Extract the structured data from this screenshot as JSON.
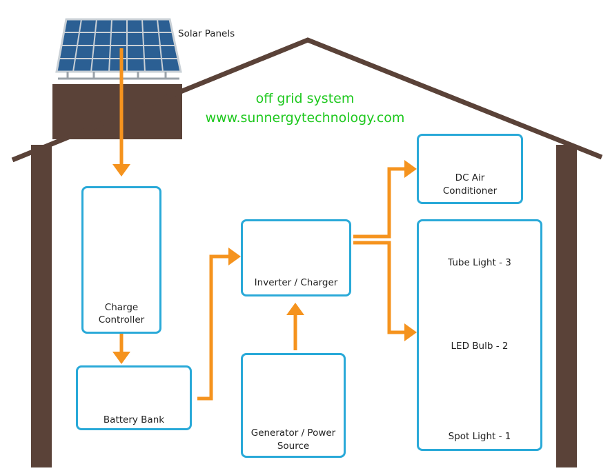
{
  "title": {
    "line1": "off grid system",
    "line2": "www.sunnergytechnology.com"
  },
  "labels": {
    "solar_panels": "Solar Panels",
    "charge_controller": [
      "Charge",
      "Controller"
    ],
    "battery_bank": "Battery Bank",
    "inverter": "Inverter / Charger",
    "generator": [
      "Generator / Power",
      "Source"
    ],
    "dc_air": [
      "DC Air",
      "Conditioner"
    ],
    "tube_light": "Tube Light - 3",
    "led_bulb": "LED Bulb - 2",
    "spot_light": "Spot Light - 1"
  },
  "colors": {
    "box_border": "#29a9d8",
    "arrow": "#f5931e",
    "house": "#5a4238",
    "title": "#1ec81e"
  }
}
